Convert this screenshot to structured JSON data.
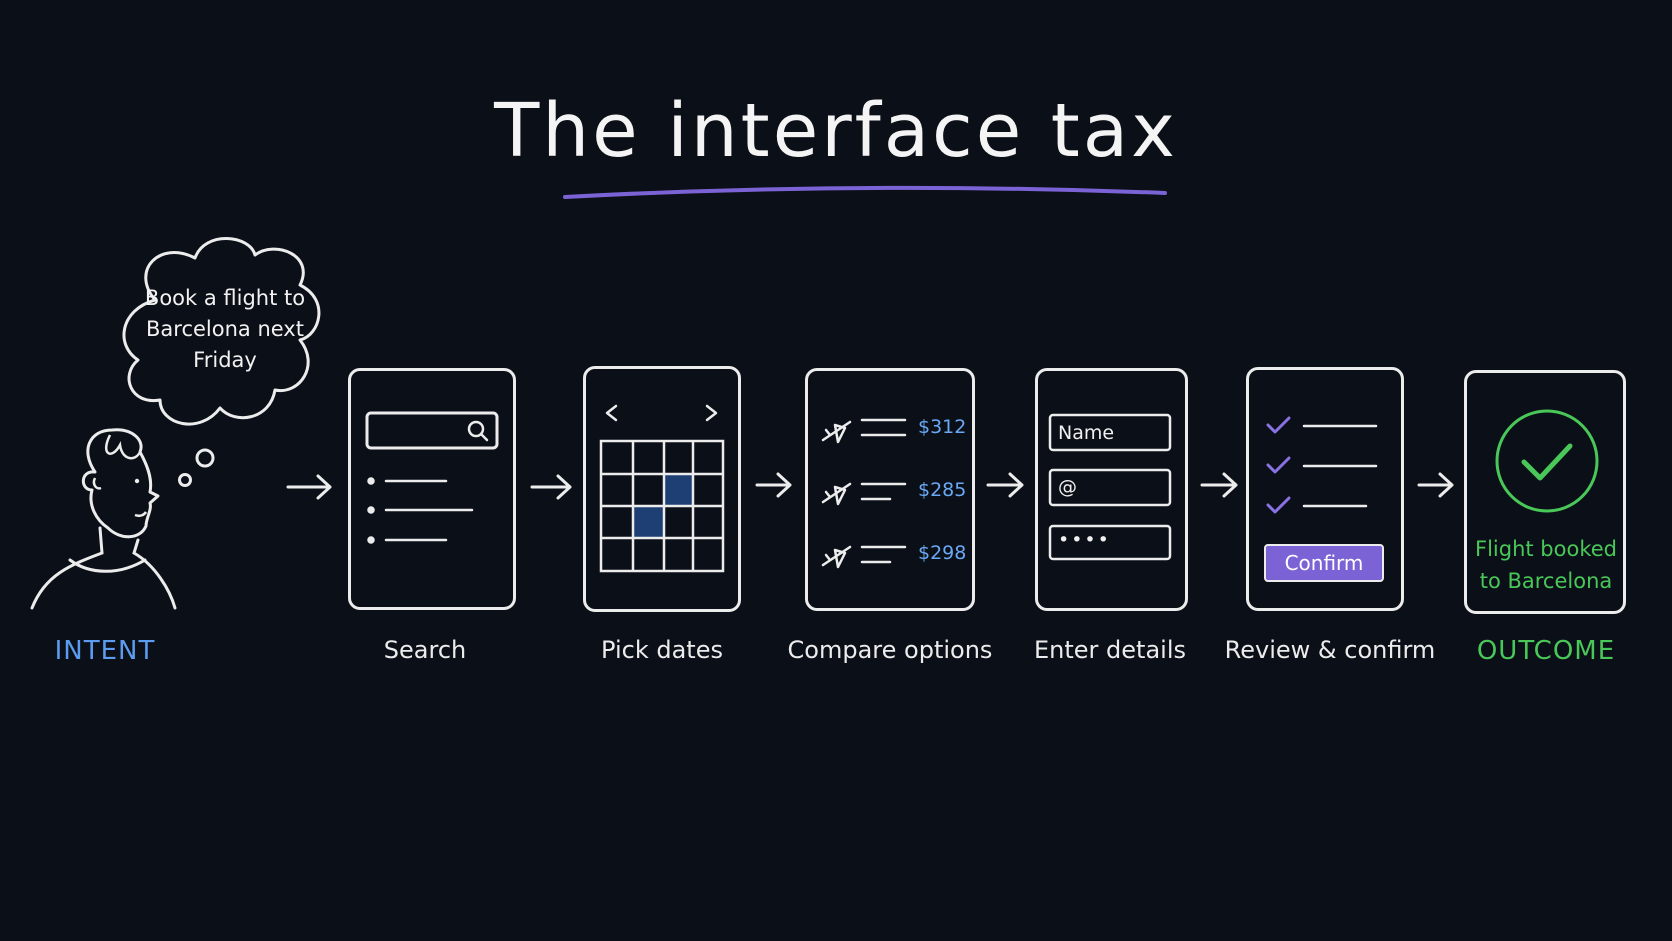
{
  "title": "The interface tax",
  "intent": {
    "thought": "Book a flight to Barcelona next Friday",
    "label": "INTENT"
  },
  "steps": [
    {
      "label": "Search"
    },
    {
      "label": "Pick dates"
    },
    {
      "label": "Compare options",
      "prices": [
        "$312",
        "$285",
        "$298"
      ]
    },
    {
      "label": "Enter details",
      "fields": [
        "Name",
        "@",
        "••••"
      ]
    },
    {
      "label": "Review & confirm",
      "button": "Confirm"
    }
  ],
  "outcome": {
    "text": "Flight booked to Barcelona",
    "label": "OUTCOME"
  },
  "colors": {
    "background": "#0b0f17",
    "accent_purple": "#7b63d6",
    "intent_blue": "#5b9cf0",
    "outcome_green": "#49c758",
    "price_blue": "#6aa9f5",
    "calendar_highlight": "#1d3f73"
  }
}
